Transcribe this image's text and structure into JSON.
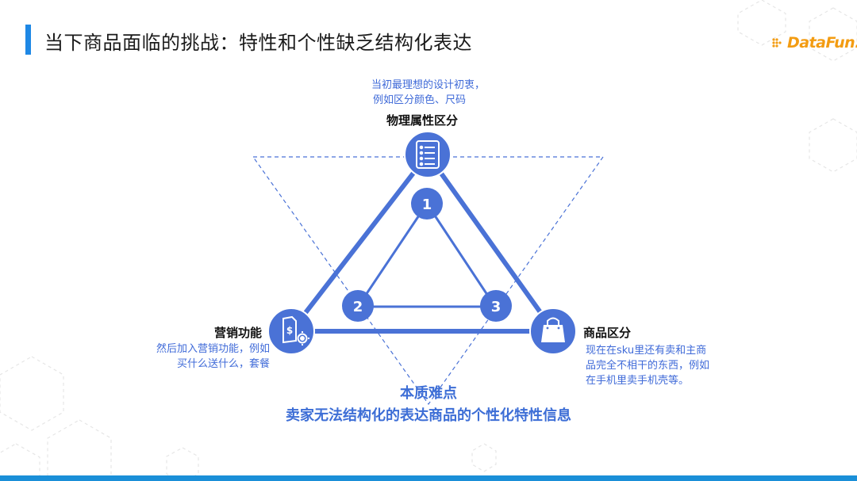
{
  "header": {
    "title": "当下商品面临的挑战：特性和个性缺乏结构化表达",
    "logo_text": "DataFun."
  },
  "diagram": {
    "top": {
      "label": "物理属性区分",
      "note_line1": "当初最理想的设计初衷，",
      "note_line2": "例如区分颜色、尺码",
      "icon": "list-document-icon"
    },
    "left": {
      "label": "营销功能",
      "note_line1": "然后加入营销功能，例如",
      "note_line2": "买什么送什么，套餐",
      "icon": "price-tag-gear-icon"
    },
    "right": {
      "label": "商品区分",
      "note_line1": "现在在sku里还有卖和主商",
      "note_line2": "品完全不相干的东西，例如",
      "note_line3": "在手机里卖手机壳等。",
      "icon": "shopping-bag-icon"
    },
    "inner_numbers": [
      "1",
      "2",
      "3"
    ],
    "core_title": "本质难点",
    "core_description": "卖家无法结构化的表达商品的个性化特性信息"
  },
  "colors": {
    "primary_blue": "#4a72d6",
    "text_blue": "#3d6ed6",
    "accent_bar": "#1e88e5",
    "logo_orange": "#f39c12"
  }
}
